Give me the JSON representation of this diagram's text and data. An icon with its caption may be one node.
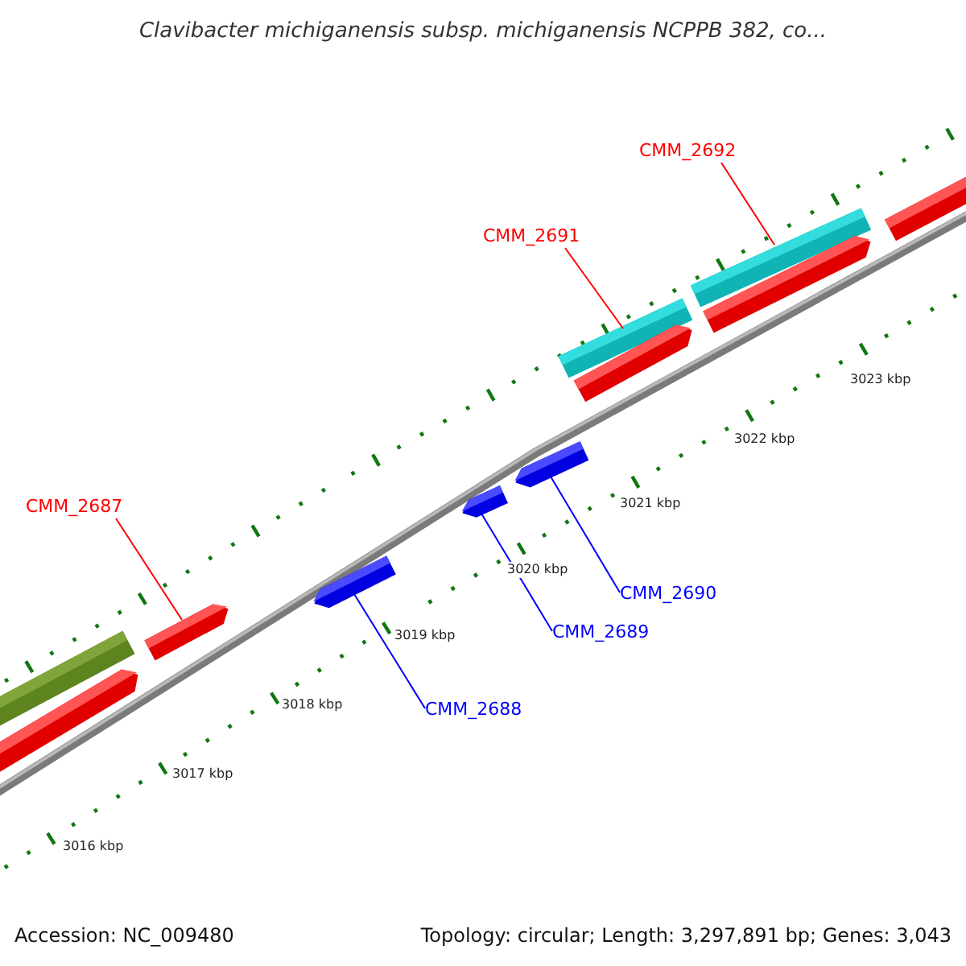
{
  "diagram": {
    "title": "Clavibacter michiganensis subsp. michiganensis NCPPB 382, co...",
    "nodes": [
      {
        "text": [
          "CMM_2692"
        ]
      },
      {
        "text": [
          "CMM_2691"
        ]
      },
      {
        "text": [
          "CMM_2687"
        ]
      },
      {
        "text": [
          "CMM_2690"
        ]
      },
      {
        "text": [
          "CMM_2689"
        ]
      },
      {
        "text": [
          "CMM_2688"
        ]
      },
      {
        "text": [],
        "shape": "bar"
      },
      {
        "text": [],
        "shape": "bar"
      },
      {
        "text": [],
        "shape": "bar"
      },
      {
        "text": [],
        "shape": "bar"
      },
      {
        "text": [],
        "shape": "bar"
      },
      {
        "text": [],
        "shape": "bar"
      },
      {
        "text": [],
        "shape": "bar"
      },
      {
        "text": [],
        "shape": "bar"
      },
      {
        "text": [],
        "shape": "bar"
      },
      {
        "text": [],
        "shape": "bar"
      },
      {
        "text": [],
        "shape": "bar"
      }
    ],
    "edges": [
      {
        "from": 0,
        "to": 14,
        "arrow": "none"
      },
      {
        "from": 1,
        "to": 12,
        "arrow": "none"
      },
      {
        "from": 2,
        "to": 8,
        "arrow": "none"
      },
      {
        "from": 3,
        "to": 11,
        "arrow": "none",
        "color": "#0000ff"
      },
      {
        "from": 4,
        "to": 10,
        "arrow": "none",
        "color": "#0000ff"
      },
      {
        "from": 5,
        "to": 9,
        "arrow": "none",
        "color": "#0000ff"
      }
    ],
    "labels": [
      "3023 kbp",
      "3022 kbp",
      "3021 kbp",
      "3020 kbp",
      "3019 kbp",
      "3018 kbp",
      "3017 kbp",
      "3016 kbp",
      "Accession: NC_009480",
      "Topology: circular; Length: 3,297,891 bp; Genes: 3,043"
    ]
  }
}
